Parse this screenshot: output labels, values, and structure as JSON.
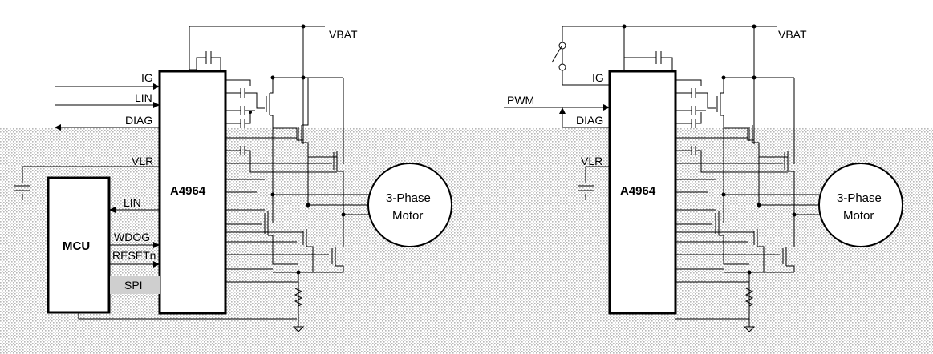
{
  "diagram_left": {
    "chip_label": "A4964",
    "mcu_label": "MCU",
    "pins_left": [
      "IG",
      "LIN",
      "DIAG",
      "VLR",
      "LIN",
      "WDOG",
      "RESETn",
      "SPI"
    ],
    "supply": "VBAT",
    "motor_line1": "3-Phase",
    "motor_line2": "Motor"
  },
  "diagram_right": {
    "chip_label": "A4964",
    "pins_left": [
      "IG",
      "PWM",
      "DIAG",
      "VLR"
    ],
    "supply": "VBAT",
    "motor_line1": "3-Phase",
    "motor_line2": "Motor"
  }
}
